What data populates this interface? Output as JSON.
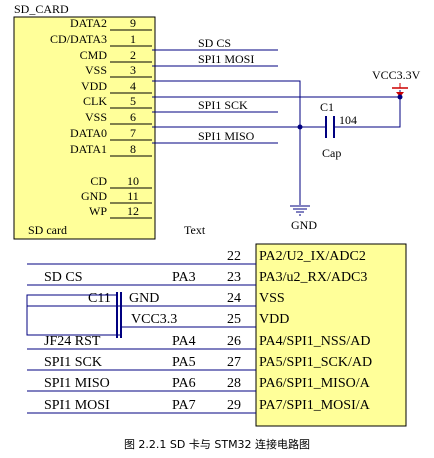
{
  "sd_card": {
    "title": "SD_CARD",
    "pins": [
      {
        "name": "DATA2",
        "num": "9"
      },
      {
        "name": "CD/DATA3",
        "num": "1"
      },
      {
        "name": "CMD",
        "num": "2"
      },
      {
        "name": "VSS",
        "num": "3"
      },
      {
        "name": "VDD",
        "num": "4"
      },
      {
        "name": "CLK",
        "num": "5"
      },
      {
        "name": "VSS",
        "num": "6"
      },
      {
        "name": "DATA0",
        "num": "7"
      },
      {
        "name": "DATA1",
        "num": "8"
      },
      {
        "name": "CD",
        "num": "10"
      },
      {
        "name": "GND",
        "num": "11"
      },
      {
        "name": "WP",
        "num": "12"
      }
    ],
    "label": "SD card",
    "text_label": "Text"
  },
  "nets": {
    "sd_cs": "SD CS",
    "mosi": "SPI1 MOSI",
    "sck": "SPI1 SCK",
    "miso": "SPI1 MISO",
    "vcc": "VCC3.3V",
    "gnd": "GND"
  },
  "capacitor": {
    "ref": "C1",
    "value": "104",
    "type": "Cap"
  },
  "stm32": {
    "rows": [
      {
        "signal": "",
        "port": "",
        "num": "22",
        "func": "PA2/U2_IX/ADC2"
      },
      {
        "signal": "SD CS",
        "port": "PA3",
        "num": "23",
        "func": "PA3/u2_RX/ADC3"
      },
      {
        "signal": "C11",
        "port": "GND",
        "num": "24",
        "func": "VSS"
      },
      {
        "signal": "",
        "port": "VCC3.3",
        "num": "25",
        "func": "VDD"
      },
      {
        "signal": "JF24 RST",
        "port": "PA4",
        "num": "26",
        "func": "PA4/SPI1_NSS/AD"
      },
      {
        "signal": "SPI1  SCK",
        "port": "PA5",
        "num": "27",
        "func": "PA5/SPI1_SCK/AD"
      },
      {
        "signal": "SPI1  MISO",
        "port": "PA6",
        "num": "28",
        "func": "PA6/SPI1_MISO/A"
      },
      {
        "signal": "SPI1  MOSI",
        "port": "PA7",
        "num": "29",
        "func": "PA7/SPI1_MOSI/A"
      }
    ]
  },
  "caption": "图 2.2.1 SD 卡与 STM32 连接电路图",
  "colors": {
    "wire": "#000080",
    "pin": "#000000",
    "chip": "#ffff99",
    "connector": "#ffff99",
    "vcc": "#cc0000"
  }
}
